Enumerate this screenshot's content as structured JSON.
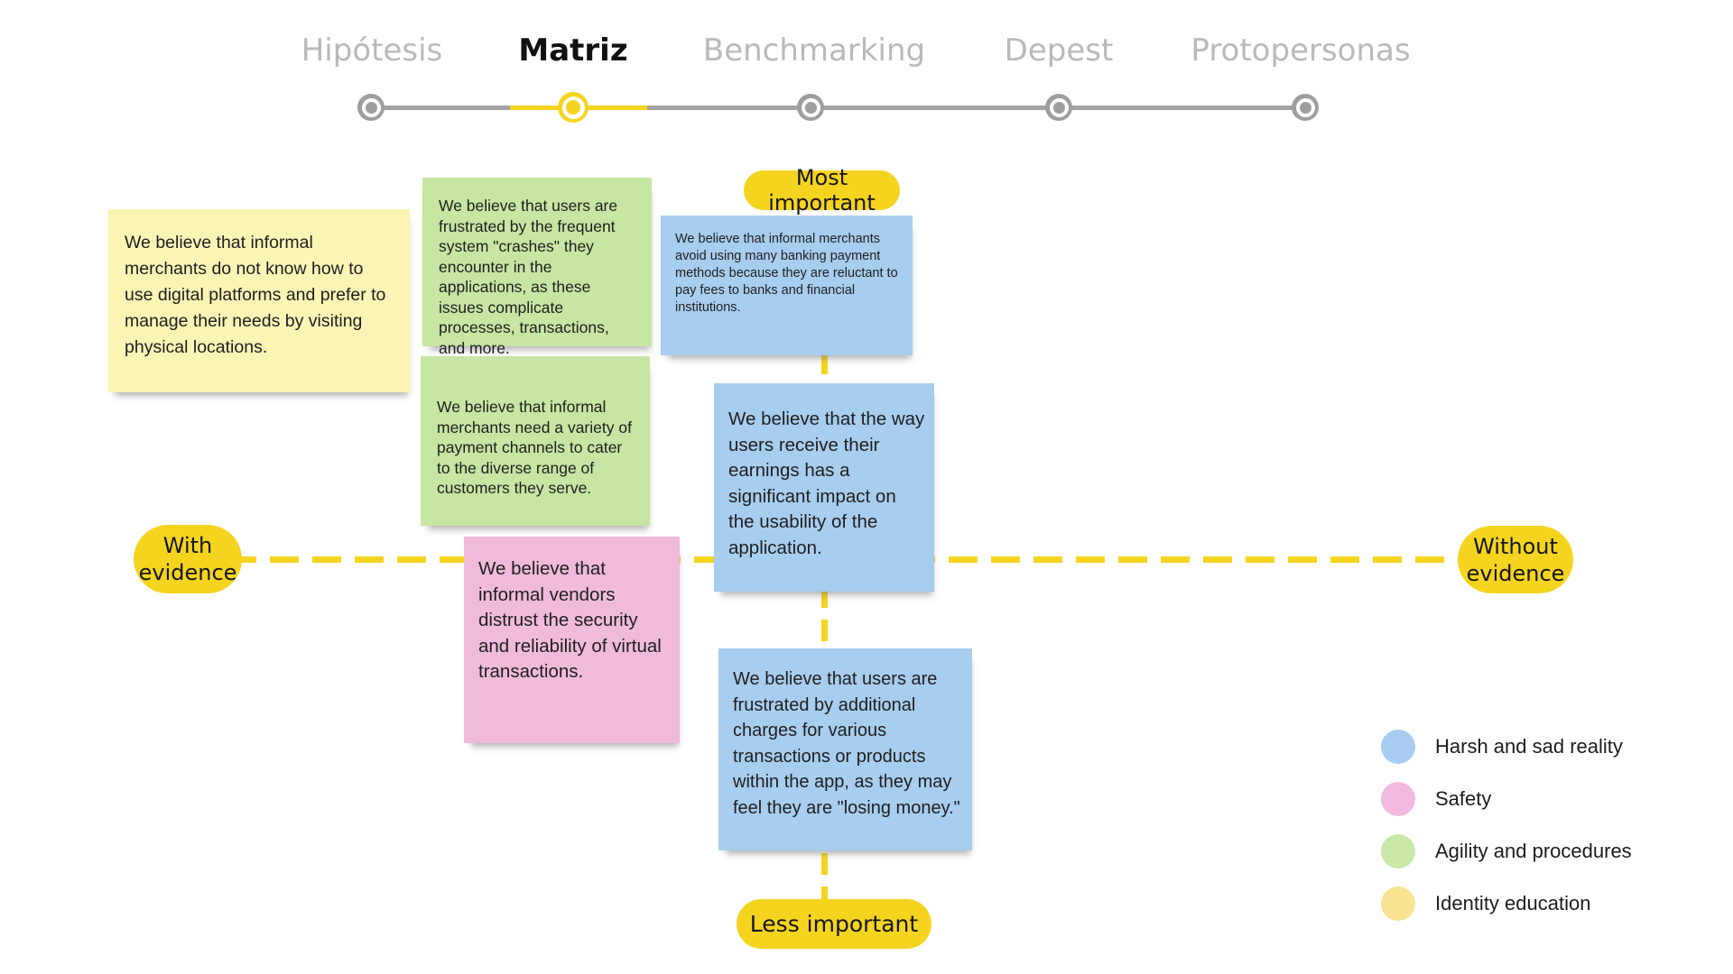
{
  "stepper": {
    "active_step": "Matriz",
    "steps": [
      {
        "label": "Hipótesis"
      },
      {
        "label": "Matriz"
      },
      {
        "label": "Benchmarking"
      },
      {
        "label": "Depest"
      },
      {
        "label": "Protopersonas"
      }
    ]
  },
  "matrix": {
    "top_label": "Most important",
    "bottom_label": "Less important",
    "left_label": "With evidence",
    "right_label": "Without evidence"
  },
  "notes": [
    {
      "category": "Identity education",
      "color": "#FAF4B5",
      "text": "We believe that informal merchants do not know how to use digital platforms and prefer to manage their needs by visiting physical locations."
    },
    {
      "category": "Agility and procedures",
      "color": "#C7E5A3",
      "text": "We believe that users are frustrated by the frequent system \"crashes\" they encounter in the applications, as these issues complicate processes, transactions, and more."
    },
    {
      "category": "Agility and procedures",
      "color": "#C7E5A3",
      "text": "We believe that informal merchants need a variety of payment channels to cater to the diverse range of customers they serve."
    },
    {
      "category": "Harsh and sad reality",
      "color": "#A7CDEF",
      "text": "We believe that informal merchants avoid using many banking payment methods because they are reluctant to pay fees to banks and financial institutions."
    },
    {
      "category": "Harsh and sad reality",
      "color": "#A7CDEF",
      "text": "We believe that the way users receive their earnings has a significant impact on the usability of the application."
    },
    {
      "category": "Safety",
      "color": "#F0BADB",
      "text": "We believe that informal vendors distrust the security and reliability of virtual transactions."
    },
    {
      "category": "Harsh and sad reality",
      "color": "#A7CDEF",
      "text": "We believe that users are frustrated by additional charges for various transactions or products within the app, as they may feel they are \"losing money.\""
    }
  ],
  "legend": {
    "items": [
      {
        "label": "Harsh and sad reality",
        "color": "#A8CDF0"
      },
      {
        "label": "Safety",
        "color": "#F2BADC"
      },
      {
        "label": "Agility and procedures",
        "color": "#C9E7A8"
      },
      {
        "label": "Identity education",
        "color": "#F8E392"
      }
    ]
  },
  "colors": {
    "accent_yellow": "#F5D420",
    "stepper_gray": "#9E9E9E",
    "inactive_label_gray": "#B9B9B9"
  }
}
